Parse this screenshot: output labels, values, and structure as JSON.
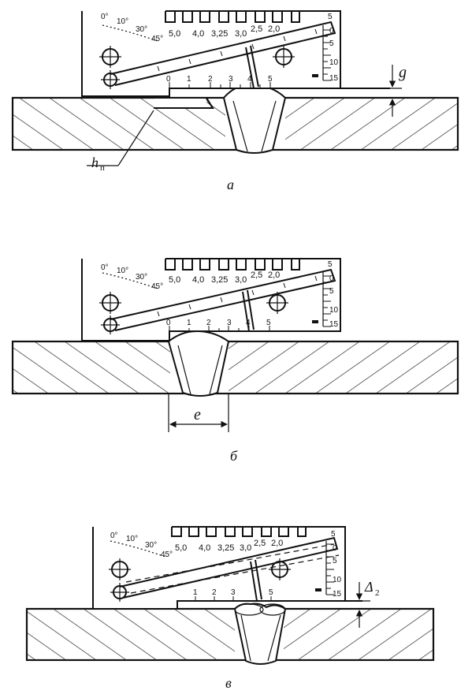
{
  "panels": [
    {
      "id": "a",
      "caption": "а",
      "angle_labels": [
        "0°",
        "10°",
        "30°",
        "45°"
      ],
      "top_scale": [
        "5,0",
        "4,0",
        "3,25",
        "3,0",
        "2,5",
        "2,0"
      ],
      "right_scale": [
        "5",
        "0",
        "5",
        "10",
        "15"
      ],
      "arm_scale": [
        "0",
        "1",
        "2",
        "3",
        "4",
        "5"
      ],
      "dimension_label": "g",
      "callout_label": "h",
      "callout_sub": "п"
    },
    {
      "id": "b",
      "caption": "б",
      "angle_labels": [
        "0°",
        "10°",
        "30°",
        "45°"
      ],
      "top_scale": [
        "5,0",
        "4,0",
        "3,25",
        "3,0",
        "2,5",
        "2,0"
      ],
      "right_scale": [
        "5",
        "0",
        "5",
        "10",
        "15"
      ],
      "arm_scale": [
        "0",
        "1",
        "2",
        "3",
        "4",
        "5"
      ],
      "dimension_label": "e"
    },
    {
      "id": "v",
      "caption": "в",
      "angle_labels": [
        "0°",
        "10°",
        "30°",
        "45°"
      ],
      "top_scale": [
        "5,0",
        "4,0",
        "3,25",
        "3,0",
        "2,5",
        "2,0"
      ],
      "right_scale": [
        "5",
        "0",
        "5",
        "10",
        "15"
      ],
      "arm_scale": [
        "1",
        "2",
        "3",
        "5"
      ],
      "dimension_label": "Δ",
      "dimension_sub": "2"
    }
  ]
}
